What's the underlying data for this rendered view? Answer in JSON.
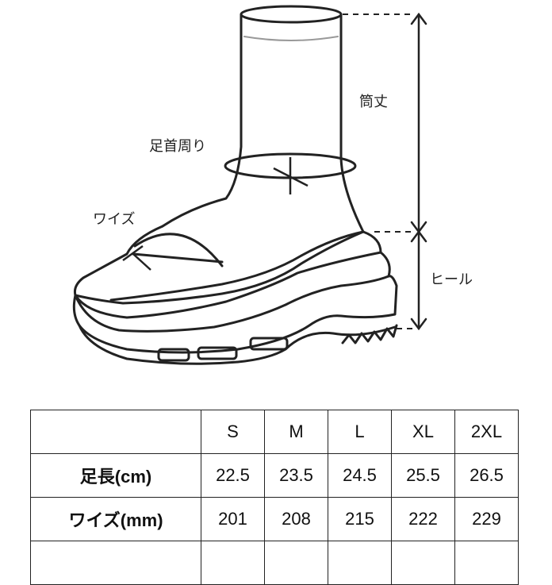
{
  "labels": {
    "shaft_height": "筒丈",
    "ankle": "足首周り",
    "width": "ワイズ",
    "heel": "ヒール"
  },
  "table": {
    "columns": [
      "S",
      "M",
      "L",
      "XL",
      "2XL"
    ],
    "rows": [
      {
        "label": "足長(cm)",
        "values": [
          "22.5",
          "23.5",
          "24.5",
          "25.5",
          "26.5"
        ]
      },
      {
        "label": "ワイズ(mm)",
        "values": [
          "201",
          "208",
          "215",
          "222",
          "229"
        ]
      },
      {
        "label": "",
        "values": [
          "",
          "",
          "",
          "",
          ""
        ]
      }
    ]
  },
  "colors": {
    "line": "#222222",
    "accent_band": "#999999"
  }
}
